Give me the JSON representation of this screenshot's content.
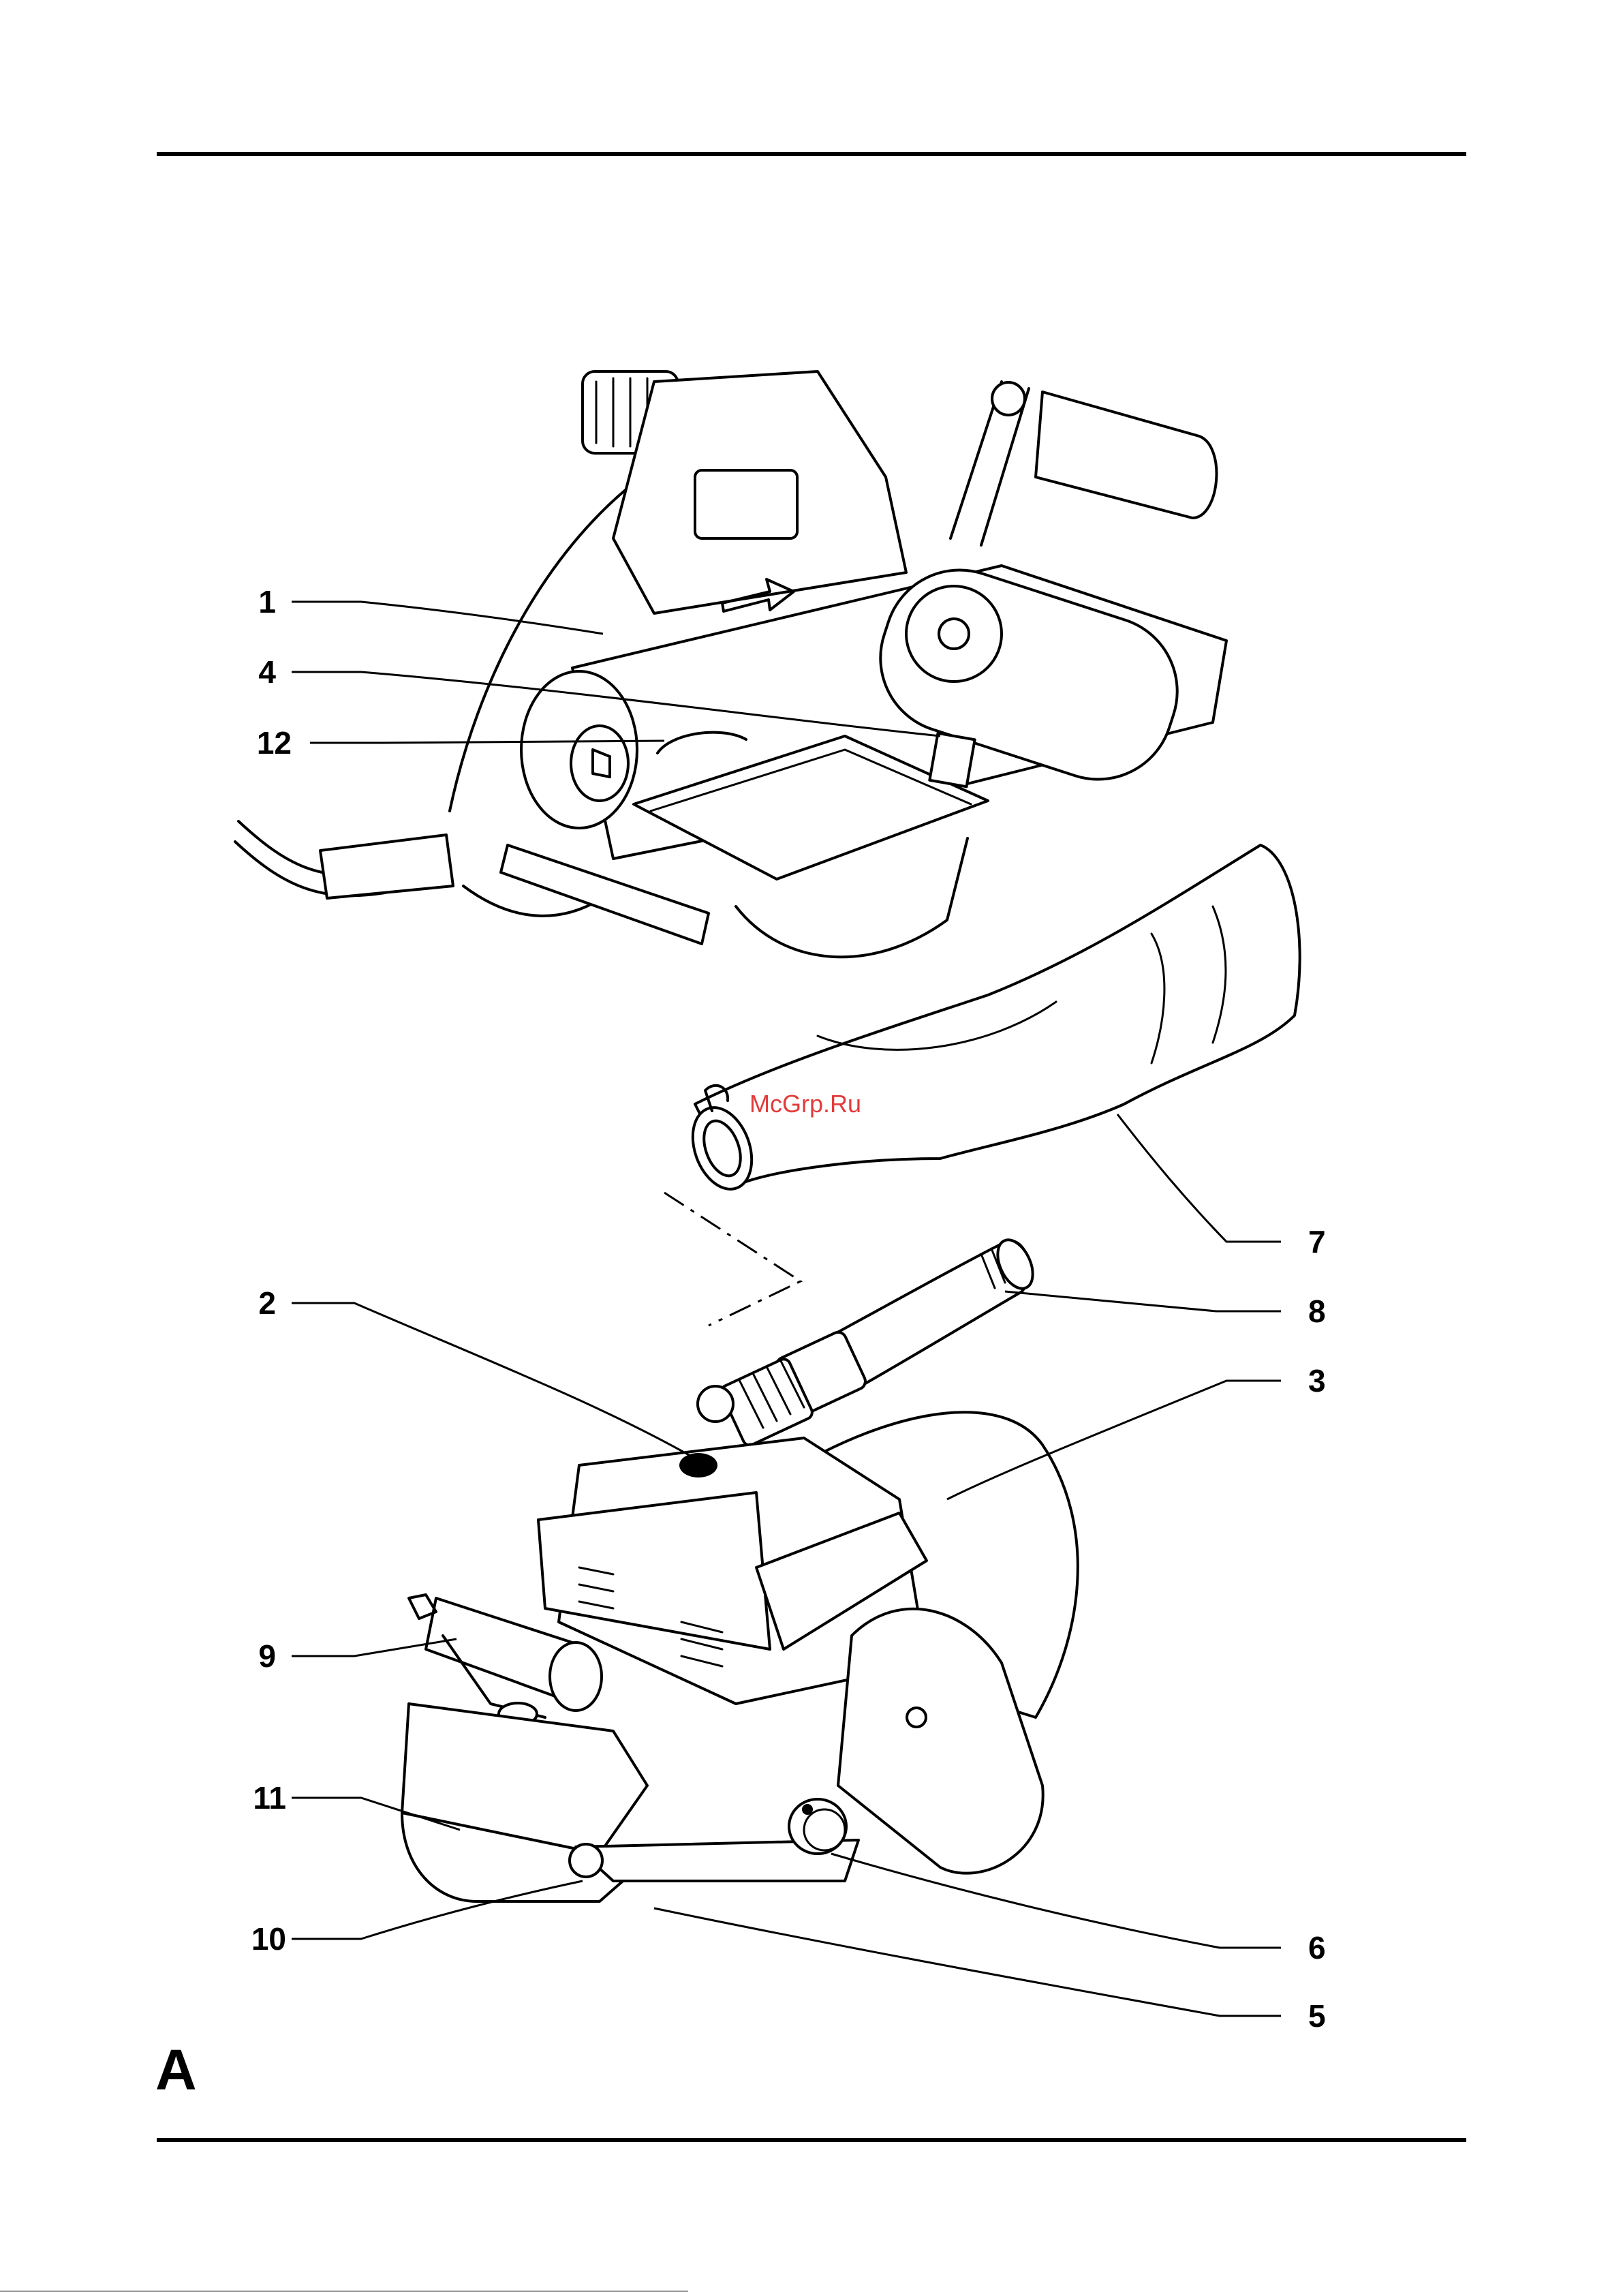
{
  "figure": {
    "letter": "A"
  },
  "watermark": "McGrp.Ru",
  "callouts": [
    "1",
    "4",
    "12",
    "7",
    "8",
    "2",
    "3",
    "9",
    "11",
    "10",
    "6",
    "5"
  ]
}
